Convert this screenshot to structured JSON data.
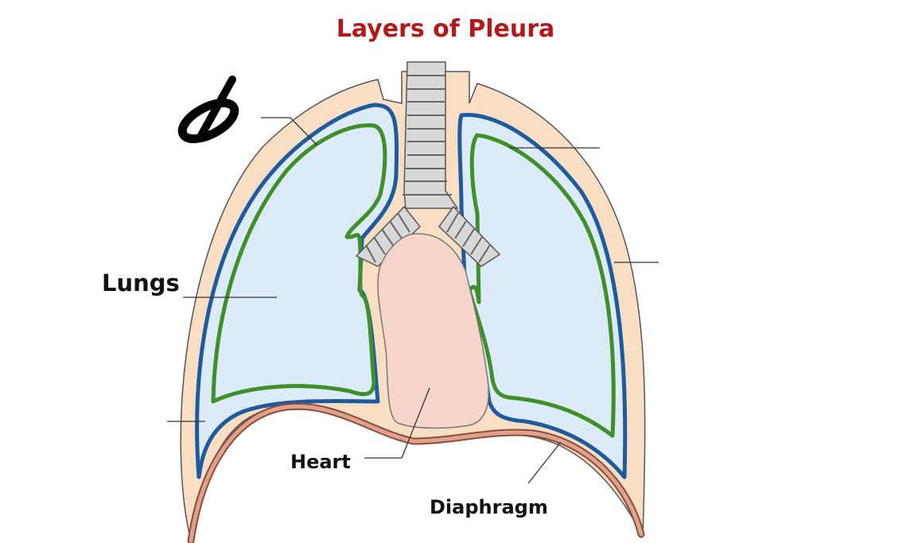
{
  "title": "Layers of Pleura",
  "labels": {
    "lungs": "Lungs",
    "heart": "Heart",
    "diaphragm": "Diaphragm"
  },
  "colors": {
    "title": "#b01a1a",
    "parietal_pleura": "#1d5a9e",
    "visceral_pleura": "#3f8f2a",
    "lung_fill": "#dcebf7",
    "chest_wall": "#f8dfc4",
    "heart_fill": "#f6d6c8",
    "diaphragm": "#c97f6a",
    "trachea": "#d8d8d8"
  },
  "icons": [
    "logo-mark"
  ]
}
